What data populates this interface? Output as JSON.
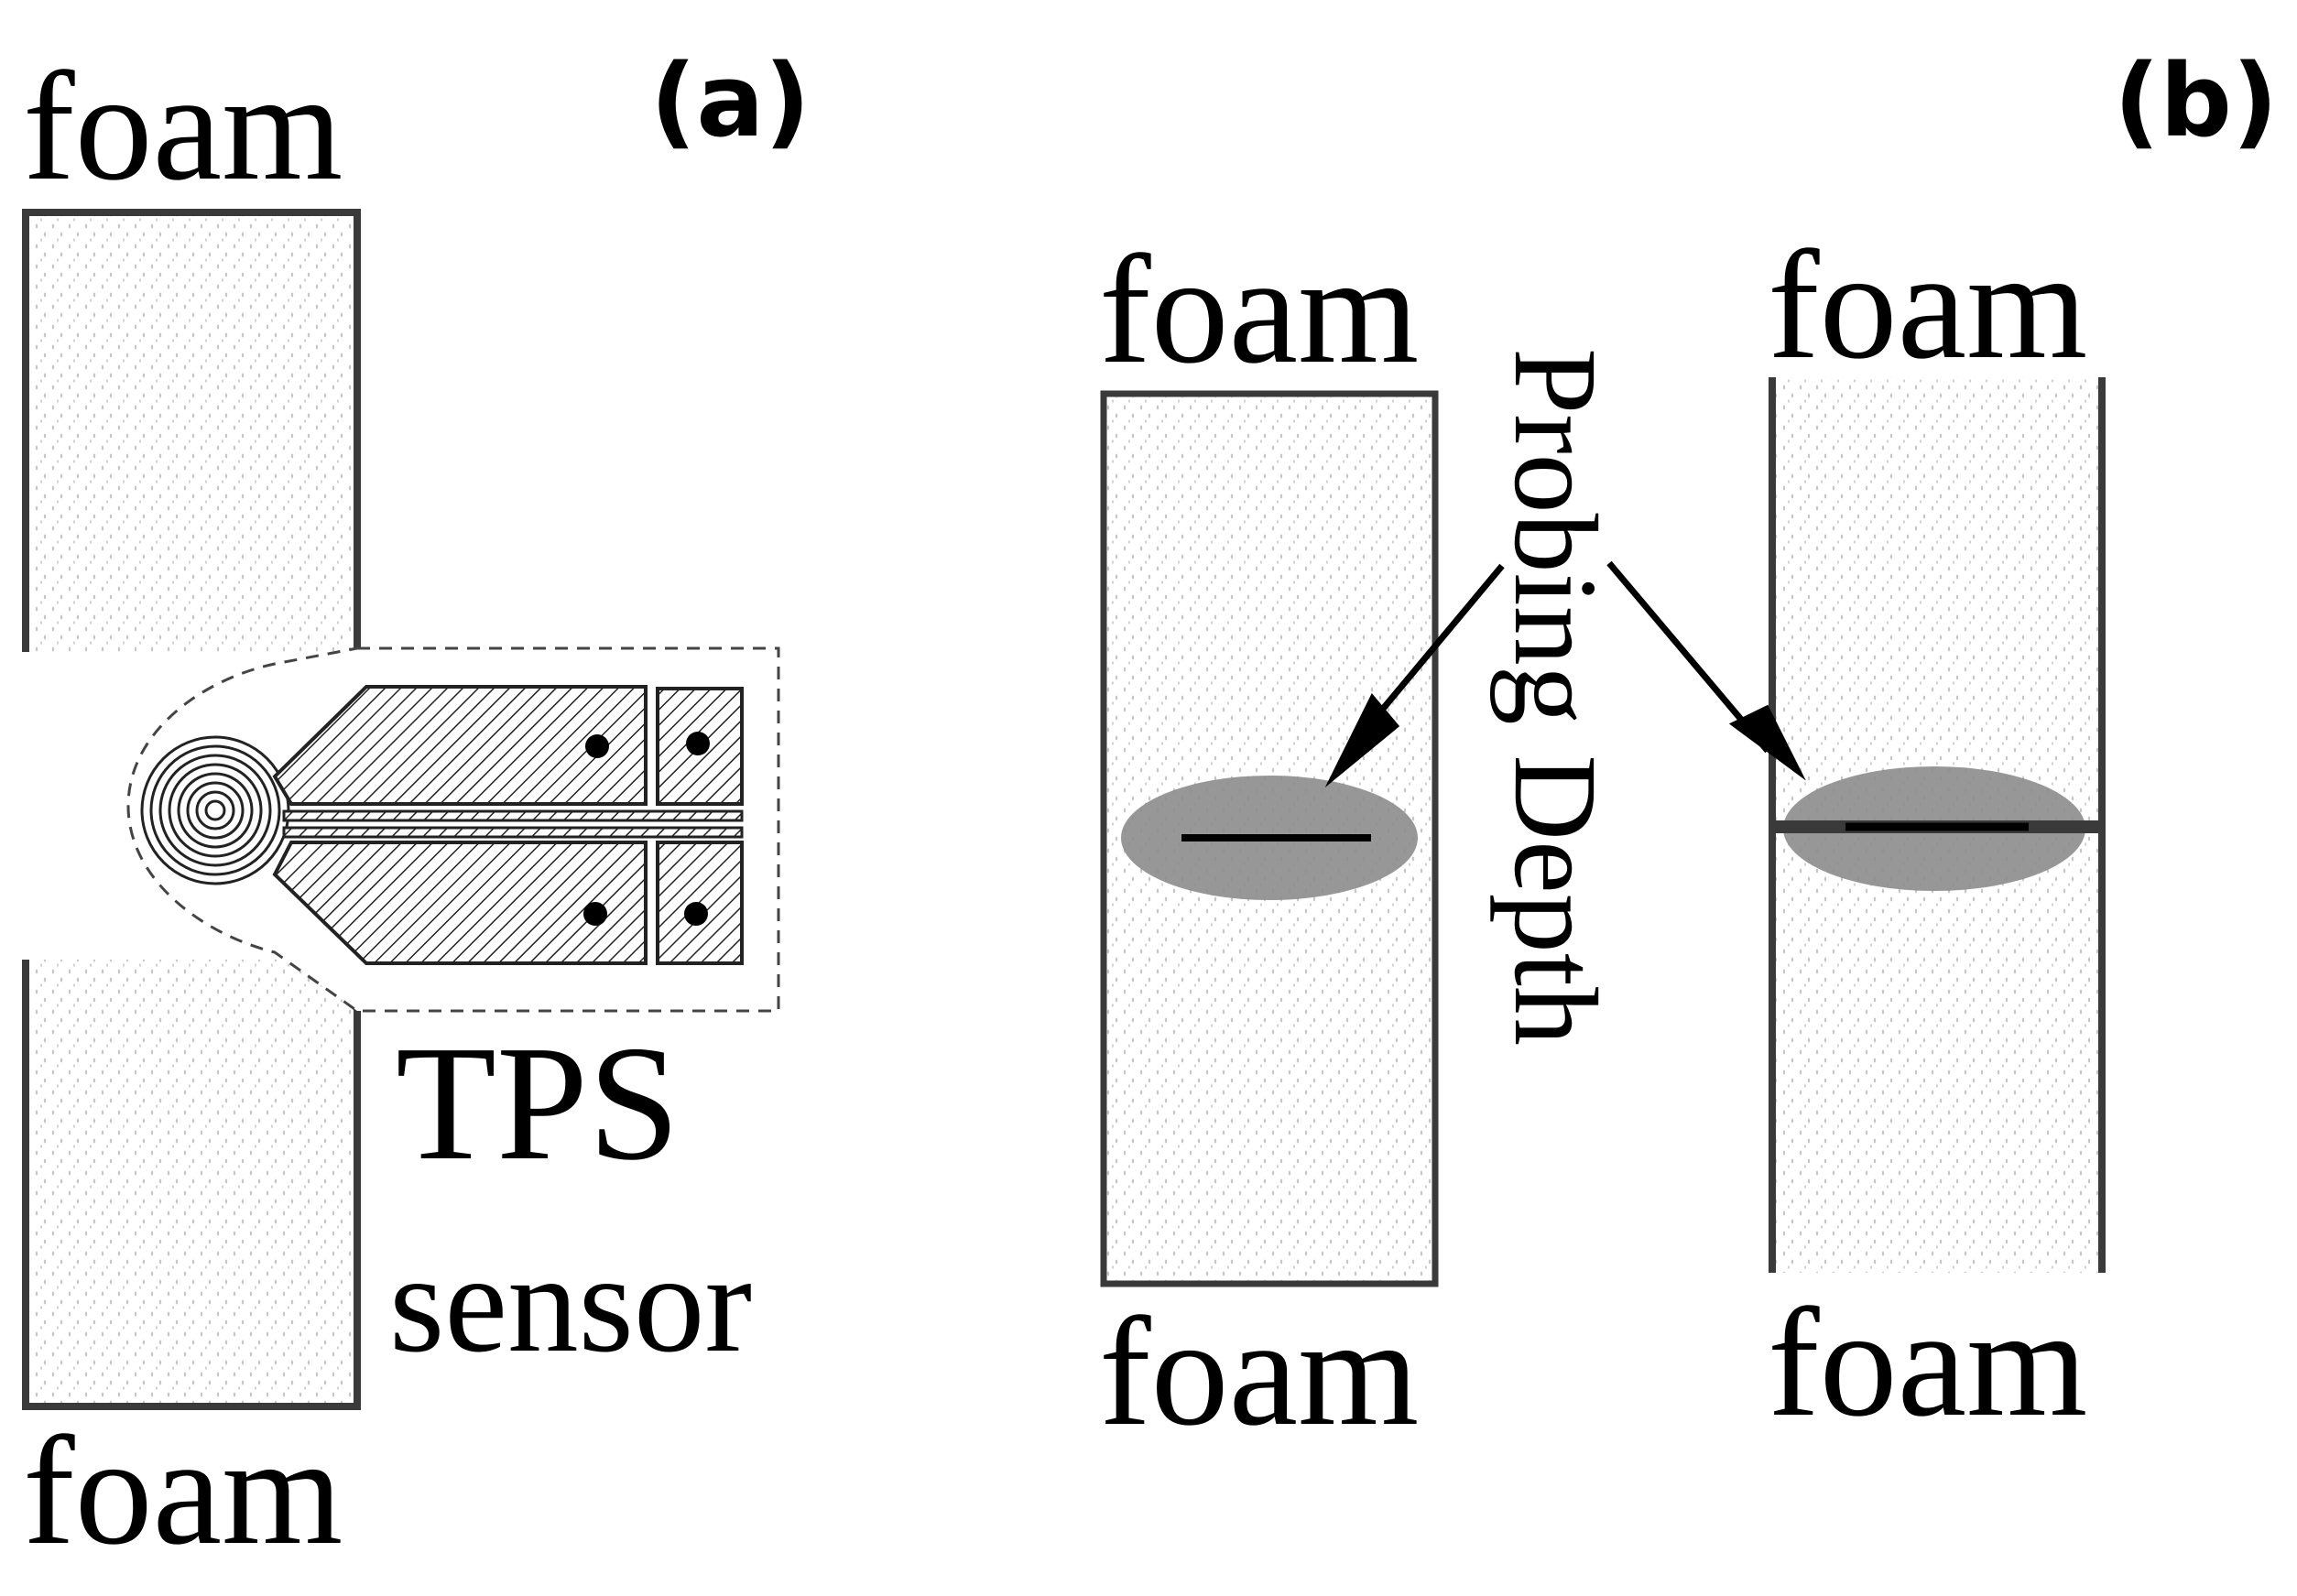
{
  "panel_a": {
    "label": "(a)",
    "top_foam_label": "foam",
    "bottom_foam_label": "foam",
    "sensor_label_line1": "TPS",
    "sensor_label_line2": "sensor"
  },
  "panel_b": {
    "label": "(b)",
    "left_top_foam_label": "foam",
    "left_bottom_foam_label": "foam",
    "right_top_foam_label": "foam",
    "right_bottom_foam_label": "foam",
    "probing_depth_label": "Probing Depth"
  },
  "colors": {
    "outline": "#3a3a3a",
    "foam_dot": "#c8c8c8",
    "probe_ellipse": "#8c8c8c",
    "sensor_line": "#000000"
  }
}
